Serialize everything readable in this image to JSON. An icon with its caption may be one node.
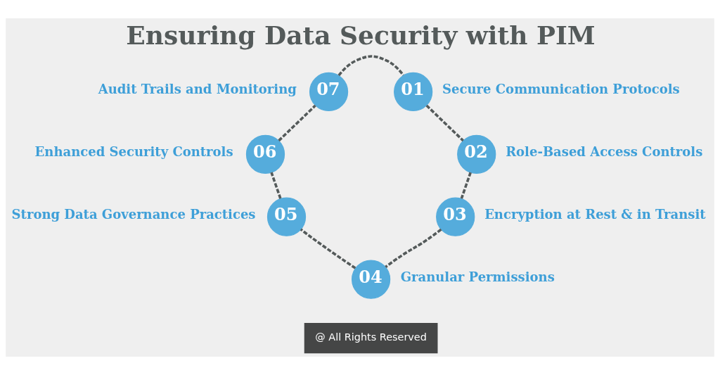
{
  "diagram": {
    "title": "Ensuring Data Security with PIM",
    "nodes": [
      {
        "text": [
          "01"
        ],
        "beside": [
          "Secure Communication Protocols"
        ]
      },
      {
        "text": [
          "02"
        ],
        "beside": [
          "Role-Based Access Controls"
        ]
      },
      {
        "text": [
          "03"
        ],
        "beside": [
          "Encryption at Rest & in Transit"
        ]
      },
      {
        "text": [
          "04"
        ],
        "beside": [
          "Granular Permissions"
        ]
      },
      {
        "text": [
          "05"
        ],
        "beside": [
          "Strong Data Governance Practices"
        ]
      },
      {
        "text": [
          "06"
        ],
        "beside": [
          "Enhanced Security Controls"
        ]
      },
      {
        "text": [
          "07"
        ],
        "beside": [
          "Audit Trails and Monitoring"
        ]
      }
    ],
    "edges": [
      {
        "from": 0,
        "to": 1,
        "arrow": "none",
        "style": "dashed"
      },
      {
        "from": 1,
        "to": 2,
        "arrow": "none",
        "style": "dashed"
      },
      {
        "from": 2,
        "to": 3,
        "arrow": "none",
        "style": "dashed"
      },
      {
        "from": 3,
        "to": 4,
        "arrow": "none",
        "style": "dashed"
      },
      {
        "from": 4,
        "to": 5,
        "arrow": "none",
        "style": "dashed"
      },
      {
        "from": 5,
        "to": 6,
        "arrow": "none",
        "style": "dashed"
      },
      {
        "from": 6,
        "to": 0,
        "arrow": "none",
        "style": "dashed"
      }
    ],
    "labels": [
      "@ All Rights Reserved"
    ]
  }
}
